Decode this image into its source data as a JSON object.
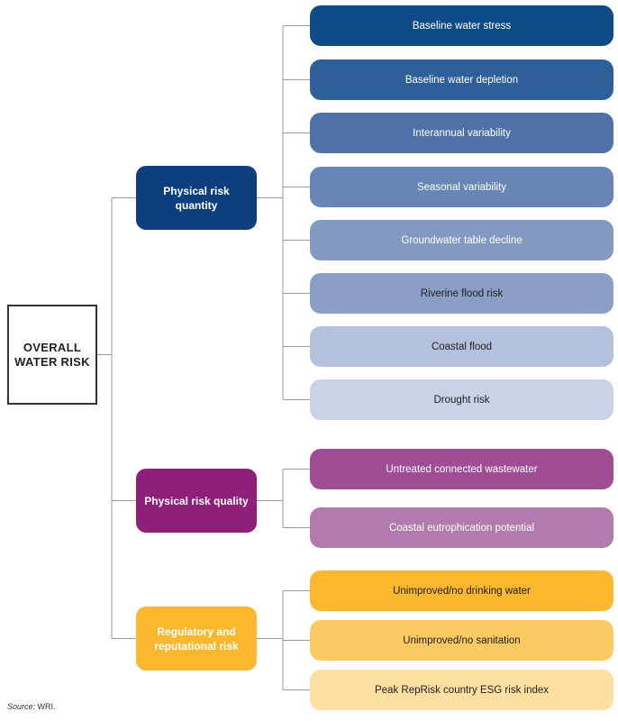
{
  "root": {
    "line1": "OVERALL",
    "line2": "WATER RISK"
  },
  "categories": [
    {
      "label": "Physical risk quantity",
      "color": "#0d3f7e",
      "indicators": [
        {
          "label": "Baseline water stress",
          "bg": "#0f4c87",
          "fg": "#ffffff"
        },
        {
          "label": "Baseline water depletion",
          "bg": "#2e5f99",
          "fg": "#ffffff"
        },
        {
          "label": "Interannual variability",
          "bg": "#4e72a7",
          "fg": "#ffffff"
        },
        {
          "label": "Seasonal variability",
          "bg": "#6786b5",
          "fg": "#ffffff"
        },
        {
          "label": "Groundwater table decline",
          "bg": "#8299c2",
          "fg": "#ffffff"
        },
        {
          "label": "Riverine flood risk",
          "bg": "#8b9fc6",
          "fg": "#1e1e1e"
        },
        {
          "label": "Coastal flood",
          "bg": "#b4c1dd",
          "fg": "#1e1e1e"
        },
        {
          "label": "Drought risk",
          "bg": "#c9d2e6",
          "fg": "#1e1e1e"
        }
      ]
    },
    {
      "label": "Physical risk quality",
      "color": "#8e1f7a",
      "indicators": [
        {
          "label": "Untreated connected wastewater",
          "bg": "#a04d96",
          "fg": "#ffffff"
        },
        {
          "label": "Coastal eutrophication potential",
          "bg": "#b27aad",
          "fg": "#ffffff"
        }
      ]
    },
    {
      "label": "Regulatory and reputational risk",
      "color": "#fbb72d",
      "indicators": [
        {
          "label": "Unimproved/no drinking water",
          "bg": "#fbb72d",
          "fg": "#1e1e1e"
        },
        {
          "label": "Unimproved/no sanitation",
          "bg": "#fcca62",
          "fg": "#1e1e1e"
        },
        {
          "label": "Peak RepRisk country ESG risk index",
          "bg": "#fde0a1",
          "fg": "#1e1e1e"
        }
      ]
    }
  ],
  "source": {
    "label": "Source:",
    "value": "WRI."
  },
  "line_color": "#999999"
}
